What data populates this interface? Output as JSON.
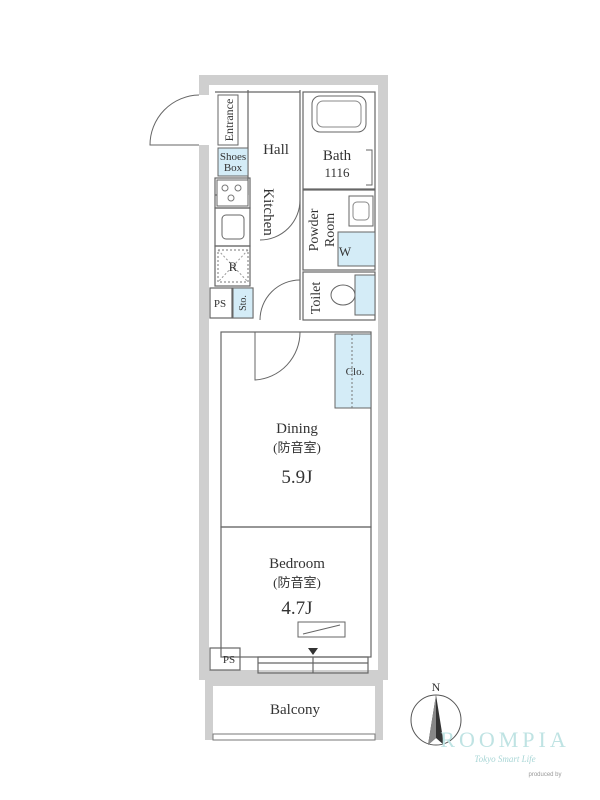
{
  "rooms": {
    "entrance": "Entrance",
    "shoes_box_line1": "Shoes",
    "shoes_box_line2": "Box",
    "hall": "Hall",
    "bath": "Bath",
    "bath_size": "1116",
    "kitchen": "Kitchen",
    "refrigerator": "R",
    "powder_room_line1": "Powder",
    "powder_room_line2": "Room",
    "washer": "W",
    "toilet": "Toilet",
    "ps_top": "PS",
    "storage": "Sto.",
    "closet": "Clo.",
    "dining": "Dining",
    "dining_note": "(防音室)",
    "dining_size": "5.9J",
    "bedroom": "Bedroom",
    "bedroom_note": "(防音室)",
    "bedroom_size": "4.7J",
    "ps_bottom": "PS",
    "balcony": "Balcony"
  },
  "compass": {
    "north": "N"
  },
  "brand": {
    "name": "ROOMPIA",
    "tagline": "Tokyo Smart Life",
    "credit": "produced by"
  },
  "colors": {
    "wall": "#c9c9c9",
    "line": "#555555",
    "fixture_blue": "#d4ecf7",
    "logo": "#bfe3e3"
  }
}
